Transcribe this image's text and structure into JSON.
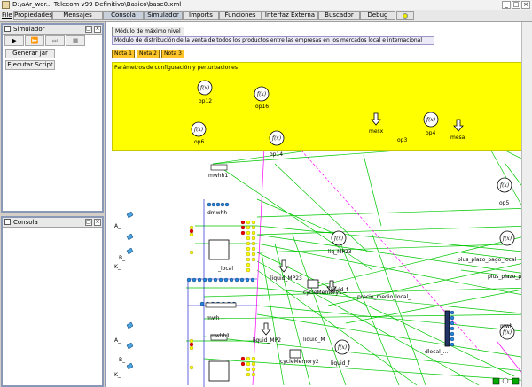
{
  "window": {
    "title": "D:\\aAr_wor... Telecom v99 Definitivo\\Basico\\base0.xml",
    "minimize_glyph": "_",
    "maximize_glyph": "□",
    "close_glyph": "×"
  },
  "menu": {
    "file_label": "File",
    "tabs": [
      {
        "label": "Propiedades"
      },
      {
        "label": "Mensajes"
      },
      {
        "label": "Consola"
      },
      {
        "label": "Simulador"
      },
      {
        "label": "Imports"
      },
      {
        "label": "Funciones"
      },
      {
        "label": "Interfaz Externa"
      },
      {
        "label": "Buscador"
      },
      {
        "label": "Debug"
      }
    ]
  },
  "simulator_panel": {
    "title": "Simulador",
    "play_glyph": "▶",
    "step_glyph": "⏩",
    "step2_glyph": "⏭",
    "stop_glyph": "■",
    "generate_label": "Generar jar",
    "run_script_label": "Ejecutar Script"
  },
  "console_panel": {
    "title": "Consola"
  },
  "module": {
    "tab_label": "Módulo de máximo nivel",
    "description": "Módulo de distribución de la venta de todos los productos entre las empresas en los mercados local e internacional",
    "notes": [
      "Nota 1",
      "Nota 2",
      "Nota 3"
    ],
    "params_title": "Parámetros de configuración y perturbaciones"
  },
  "diagram": {
    "labels": {
      "op12": "op12",
      "op16": "op16",
      "op6": "op6",
      "op14": "op14",
      "mesx": "mesx",
      "op3": "op3",
      "op4": "op4",
      "mesa": "mesa",
      "op5": "op5",
      "mwhh1": "mwhh1",
      "dmwhh": "dmwhh",
      "A_": "A_",
      "B_": "B_",
      "K_": "K_",
      "local": "_local",
      "liq_mp23": "liq_MP23",
      "plus_plazo_pago_local": "plus_plazo_pago_local",
      "plus_plazo_p": "plus_plazo_p",
      "liquid_mp23": "liquid_MP23",
      "cycle_memory1": "cycleMemory1",
      "liquid_f": "liquid_f",
      "precio_medio_local": "precio_medio_local_...",
      "mwh": "mwh",
      "mwhh_lower": "mwhh1",
      "dlocal": "dlocal_...",
      "A2": "A_",
      "B2": "B_",
      "K2": "K_",
      "liquid_mp2": "liquid_MP2",
      "liquid_m": "liquid_M",
      "cycle_memory2": "cycleMemory2",
      "liquid_f2": "liquid_f",
      "mwh2": "mwh"
    }
  },
  "colors": {
    "accent": "#8a98b8",
    "yellow": "#ffff00",
    "green": "#00c800",
    "magenta": "#e000e0",
    "note": "#ffc52a"
  }
}
